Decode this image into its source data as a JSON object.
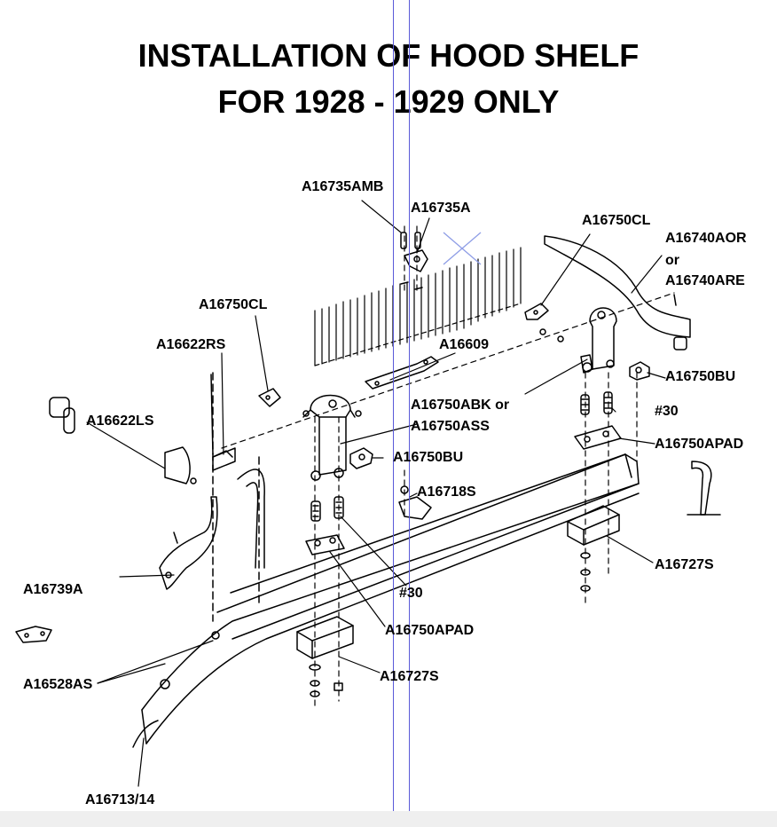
{
  "title": {
    "line1": "INSTALLATION OF HOOD SHELF",
    "line2": "FOR 1928 - 1929 ONLY"
  },
  "callouts": {
    "a16735amb": "A16735AMB",
    "a16735a": "A16735A",
    "a16750cl_right": "A16750CL",
    "a16740aor": "A16740AOR",
    "or1": "or",
    "a16740are": "A16740ARE",
    "a16750cl_left": "A16750CL",
    "a16622rs": "A16622RS",
    "a16609": "A16609",
    "a16750bu_right": "A16750BU",
    "a16750abk": "A16750ABK  or",
    "a16750ass": "A16750ASS",
    "num30_right": "#30",
    "a16622ls": "A16622LS",
    "a16750apad_right": "A16750APAD",
    "a16750bu_center": "A16750BU",
    "a16718s": "A16718S",
    "a16727s_right": "A16727S",
    "a16739a": "A16739A",
    "num30_center": "#30",
    "a16750apad_center": "A16750APAD",
    "a16528as": "A16528AS",
    "a16727s_center": "A16727S",
    "a16713_14": "A16713/14"
  },
  "colors": {
    "ink": "#000000",
    "guide": "#5a5ad8",
    "x_mark": "#8f9ee6",
    "bottom_strip": "#efefef"
  }
}
